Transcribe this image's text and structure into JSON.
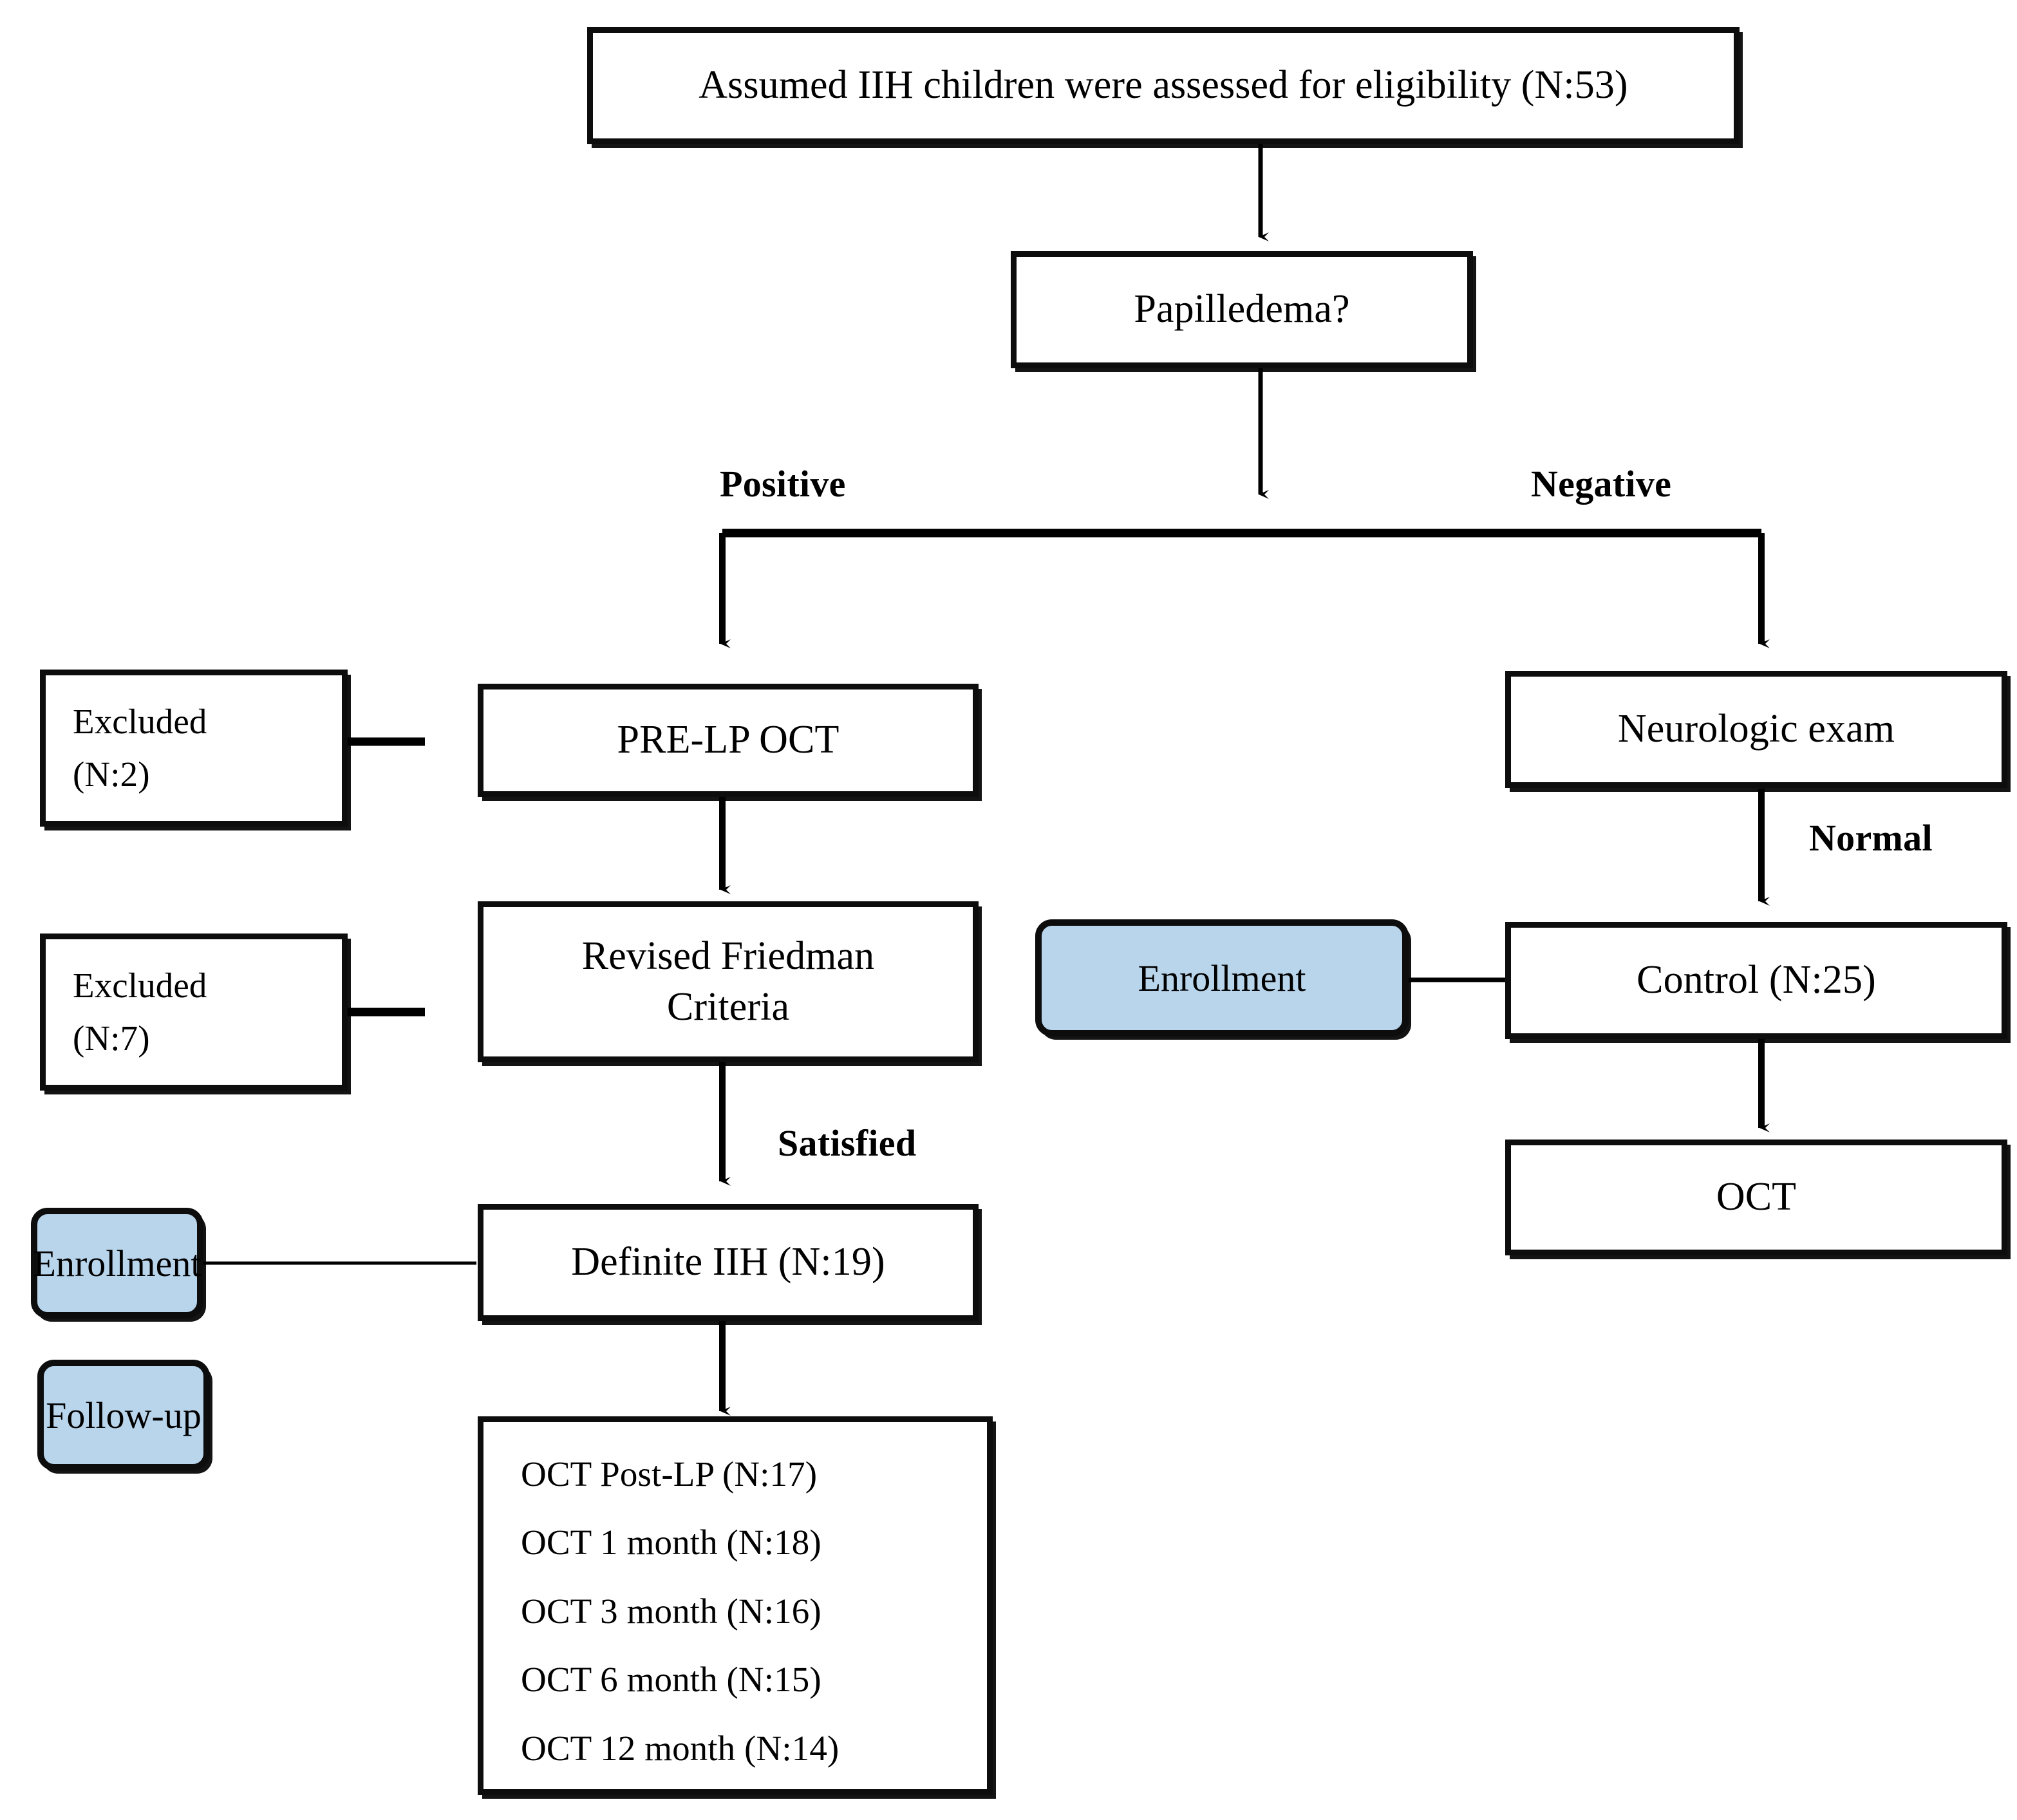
{
  "diagram": {
    "title": "IIH pediatric OCT study participant flow",
    "colors": {
      "phase_chip_fill": "#b9d5ec",
      "box_border": "#0d0d0d",
      "box_fill": "#ffffff",
      "text": "#000000"
    },
    "nodes": {
      "assessed": "Assumed IIH children were assessed for eligibility (N:53)",
      "papilledema": "Papilledema?",
      "pre_lp_oct": "PRE-LP OCT",
      "excluded_2": {
        "line1": "Excluded",
        "line2": "(N:2)"
      },
      "revised_friedman": {
        "line1": "Revised Friedman",
        "line2": "Criteria"
      },
      "excluded_7": {
        "line1": "Excluded",
        "line2": "(N:7)"
      },
      "definite_iih": "Definite IIH (N:19)",
      "neurologic_exam": "Neurologic exam",
      "control": "Control (N:25)",
      "oct_right": "OCT",
      "followup_list": [
        "OCT Post-LP (N:17)",
        "OCT 1 month (N:18)",
        "OCT 3 month (N:16)",
        "OCT 6 month (N:15)",
        "OCT 12 month (N:14)"
      ]
    },
    "phase_chips": {
      "enrollment_left": "Enrollment",
      "enrollment_right": "Enrollment",
      "followup": "Follow-up"
    },
    "edge_labels": {
      "positive": "Positive",
      "negative": "Negative",
      "satisfied": "Satisfied",
      "normal": "Normal"
    }
  }
}
